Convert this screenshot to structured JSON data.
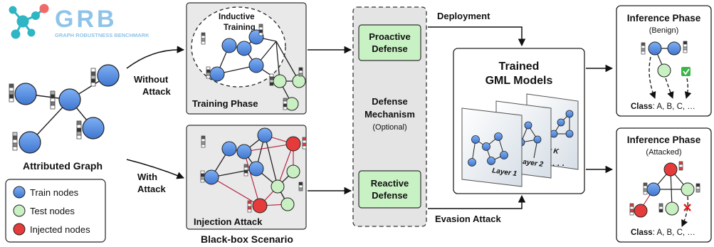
{
  "logo": {
    "wordmark": "GRB",
    "tagline": "GRAPH ROBUSTNESS BENCHMARK"
  },
  "attributed_graph": {
    "label": "Attributed Graph"
  },
  "legend": {
    "items": [
      {
        "label": "Train nodes",
        "color": "#5b8fe0"
      },
      {
        "label": "Test nodes",
        "color": "#c9f0c2"
      },
      {
        "label": "Injected nodes",
        "color": "#e63b3b"
      }
    ]
  },
  "arrows": {
    "without_attack": [
      "Without",
      "Attack"
    ],
    "with_attack": [
      "With",
      "Attack"
    ],
    "deployment": "Deployment",
    "evasion_attack": "Evasion Attack"
  },
  "training_phase": {
    "title": "Training Phase",
    "bubble": [
      "Inductive",
      "Training"
    ]
  },
  "injection_attack": {
    "title": "Injection Attack"
  },
  "black_box": {
    "label": "Black-box Scenario"
  },
  "defense": {
    "mechanism": [
      "Defense",
      "Mechanism"
    ],
    "optional": "(Optional)",
    "proactive": [
      "Proactive",
      "Defense"
    ],
    "reactive": [
      "Reactive",
      "Defense"
    ]
  },
  "models": {
    "title": [
      "Trained",
      "GML Models"
    ],
    "layers": [
      "Layer 1",
      "Layer 2",
      "Layer K"
    ],
    "ellipsis": "· · ·"
  },
  "inference_benign": {
    "title": "Inference Phase",
    "subtitle": "(Benign)",
    "class_key": "Class",
    "class_values": ": A, B, C, …"
  },
  "inference_attacked": {
    "title": "Inference Phase",
    "subtitle": "(Attacked)",
    "class_key": "Class",
    "class_values": ": A, B, C, …"
  },
  "colors": {
    "train": "#5b8fe0",
    "test": "#c9f0c2",
    "injected": "#e63b3b",
    "panel": "#e9e9e9",
    "defense_box": "#c9f2c4"
  }
}
